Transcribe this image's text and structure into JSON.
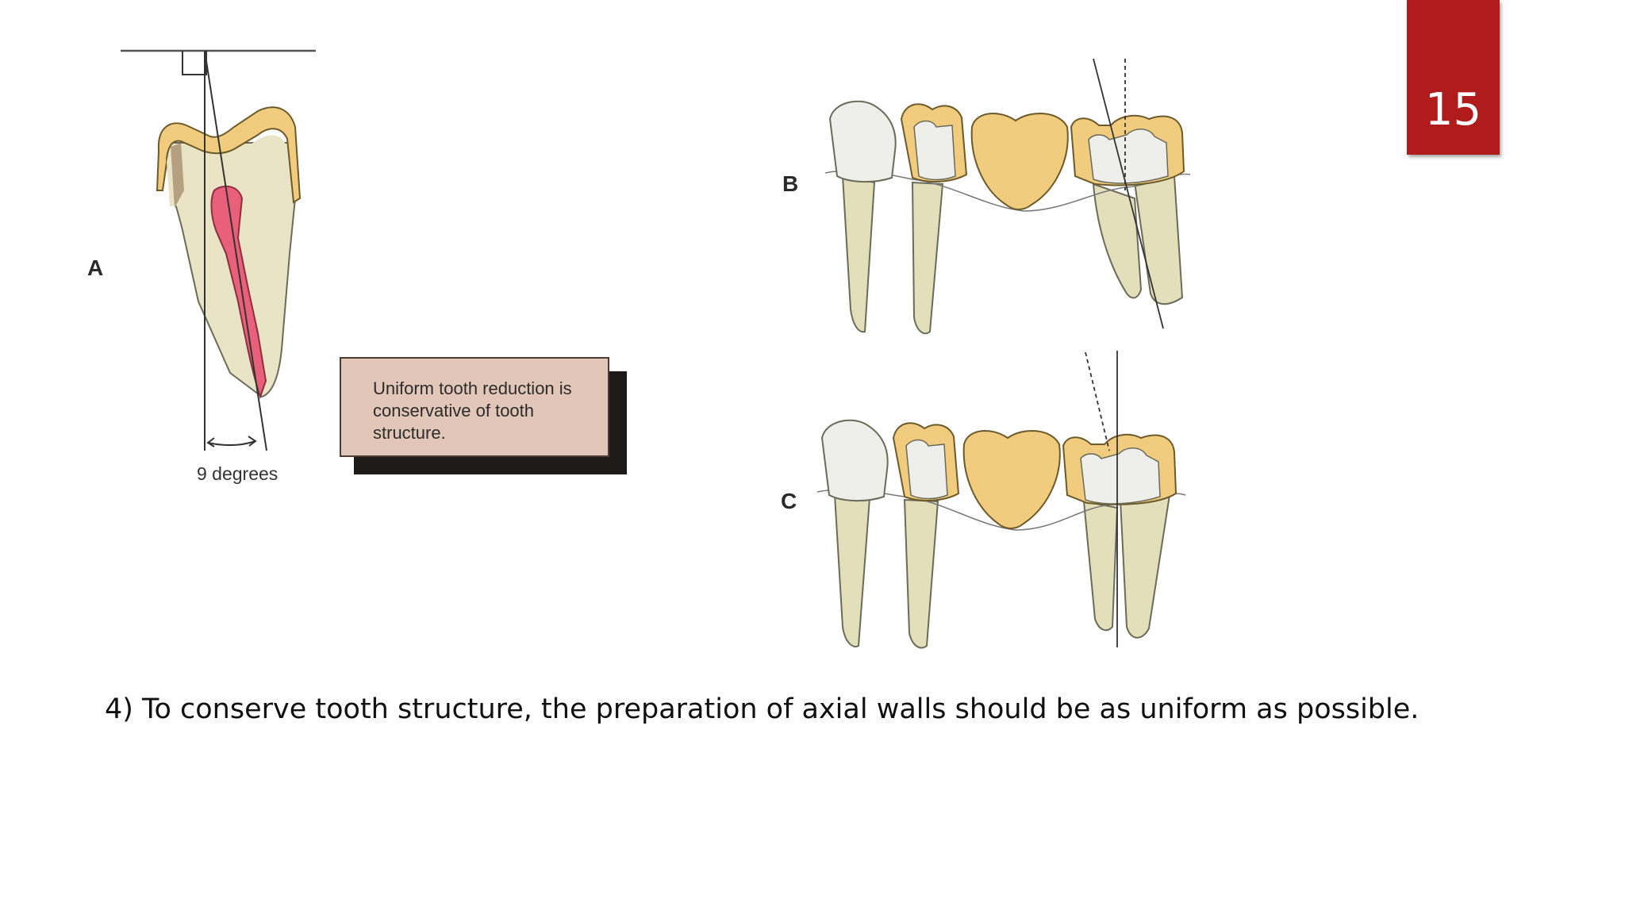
{
  "slide": {
    "page_number": "15"
  },
  "figure": {
    "panel_a_label": "A",
    "panel_b_label": "B",
    "panel_c_label": "C",
    "angle_label": "9 degrees",
    "note_text": "Uniform tooth reduction is conservative of tooth structure.",
    "colors": {
      "gold": "#f2cc7e",
      "dentin": "#e9e4c5",
      "enamel": "#eeeeea",
      "pulp": "#e8607a",
      "root": "#e2dfba",
      "note_bg": "#e2c7b9",
      "badge": "#b01c1c"
    }
  },
  "caption": "4) To conserve tooth structure, the preparation of axial walls should be as uniform as possible."
}
